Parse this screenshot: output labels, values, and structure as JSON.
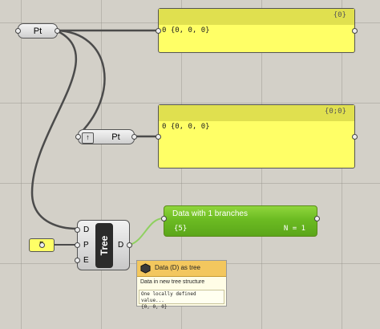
{
  "pt_node": {
    "label": "Pt"
  },
  "pt_node2": {
    "label": "Pt"
  },
  "panel1": {
    "path": "{0}",
    "row": "0 {0, 0, 0}"
  },
  "panel2": {
    "path": "{0;0}",
    "row": "0 {0, 0, 0}"
  },
  "green_panel": {
    "title": "Data with 1 branches",
    "path": "{5}",
    "count": "N = 1"
  },
  "tree": {
    "label": "Tree",
    "inputs": [
      "D",
      "P",
      "E"
    ],
    "output": "D"
  },
  "slider": {
    "value": "5"
  },
  "tooltip": {
    "title": "Data (D) as tree",
    "description": "Data in new tree structure",
    "value_line1": "One locally defined value...",
    "value_line2": "{0, 0, 0}"
  },
  "colors": {
    "panel": "#ffff66",
    "green": "#6cbb22",
    "canvas": "#d3d0c8"
  }
}
